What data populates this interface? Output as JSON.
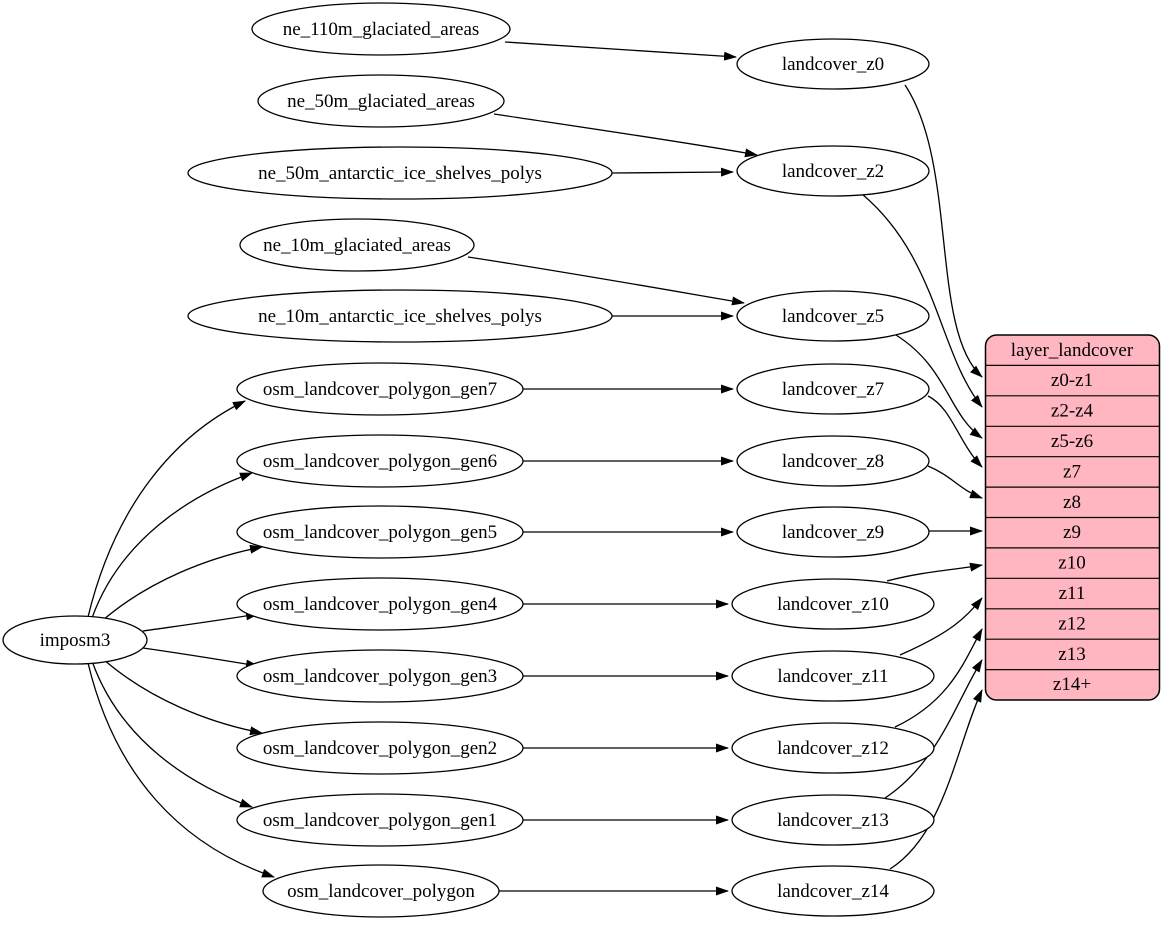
{
  "background_color": "#ffffff",
  "node_fill_color": "#ffffff",
  "edge_color": "#000000",
  "nodes": {
    "imposm3": "imposm3",
    "ne110m": "ne_110m_glaciated_areas",
    "ne50mg": "ne_50m_glaciated_areas",
    "ne50ma": "ne_50m_antarctic_ice_shelves_polys",
    "ne10mg": "ne_10m_glaciated_areas",
    "ne10ma": "ne_10m_antarctic_ice_shelves_polys",
    "gen7": "osm_landcover_polygon_gen7",
    "gen6": "osm_landcover_polygon_gen6",
    "gen5": "osm_landcover_polygon_gen5",
    "gen4": "osm_landcover_polygon_gen4",
    "gen3": "osm_landcover_polygon_gen3",
    "gen2": "osm_landcover_polygon_gen2",
    "gen1": "osm_landcover_polygon_gen1",
    "poly": "osm_landcover_polygon",
    "z0": "landcover_z0",
    "z2": "landcover_z2",
    "z5": "landcover_z5",
    "z7": "landcover_z7",
    "z8": "landcover_z8",
    "z9": "landcover_z9",
    "z10": "landcover_z10",
    "z11": "landcover_z11",
    "z12": "landcover_z12",
    "z13": "landcover_z13",
    "z14": "landcover_z14"
  },
  "table": {
    "header": "layer_landcover",
    "rows": [
      "z0-z1",
      "z2-z4",
      "z5-z6",
      "z7",
      "z8",
      "z9",
      "z10",
      "z11",
      "z12",
      "z13",
      "z14+"
    ],
    "fill_color": "#ffb6c1",
    "border_color": "#000000"
  },
  "edges": [
    {
      "from": "ne_110m_glaciated_areas",
      "to": "landcover_z0"
    },
    {
      "from": "ne_50m_glaciated_areas",
      "to": "landcover_z2"
    },
    {
      "from": "ne_50m_antarctic_ice_shelves_polys",
      "to": "landcover_z2"
    },
    {
      "from": "ne_10m_glaciated_areas",
      "to": "landcover_z5"
    },
    {
      "from": "ne_10m_antarctic_ice_shelves_polys",
      "to": "landcover_z5"
    },
    {
      "from": "imposm3",
      "to": "osm_landcover_polygon_gen7"
    },
    {
      "from": "imposm3",
      "to": "osm_landcover_polygon_gen6"
    },
    {
      "from": "imposm3",
      "to": "osm_landcover_polygon_gen5"
    },
    {
      "from": "imposm3",
      "to": "osm_landcover_polygon_gen4"
    },
    {
      "from": "imposm3",
      "to": "osm_landcover_polygon_gen3"
    },
    {
      "from": "imposm3",
      "to": "osm_landcover_polygon_gen2"
    },
    {
      "from": "imposm3",
      "to": "osm_landcover_polygon_gen1"
    },
    {
      "from": "imposm3",
      "to": "osm_landcover_polygon"
    },
    {
      "from": "osm_landcover_polygon_gen7",
      "to": "landcover_z7"
    },
    {
      "from": "osm_landcover_polygon_gen6",
      "to": "landcover_z8"
    },
    {
      "from": "osm_landcover_polygon_gen5",
      "to": "landcover_z9"
    },
    {
      "from": "osm_landcover_polygon_gen4",
      "to": "landcover_z10"
    },
    {
      "from": "osm_landcover_polygon_gen3",
      "to": "landcover_z11"
    },
    {
      "from": "osm_landcover_polygon_gen2",
      "to": "landcover_z12"
    },
    {
      "from": "osm_landcover_polygon_gen1",
      "to": "landcover_z13"
    },
    {
      "from": "osm_landcover_polygon",
      "to": "landcover_z14"
    },
    {
      "from": "landcover_z0",
      "to": "layer_landcover:z0-z1"
    },
    {
      "from": "landcover_z2",
      "to": "layer_landcover:z2-z4"
    },
    {
      "from": "landcover_z5",
      "to": "layer_landcover:z5-z6"
    },
    {
      "from": "landcover_z7",
      "to": "layer_landcover:z7"
    },
    {
      "from": "landcover_z8",
      "to": "layer_landcover:z8"
    },
    {
      "from": "landcover_z9",
      "to": "layer_landcover:z9"
    },
    {
      "from": "landcover_z10",
      "to": "layer_landcover:z10"
    },
    {
      "from": "landcover_z11",
      "to": "layer_landcover:z11"
    },
    {
      "from": "landcover_z12",
      "to": "layer_landcover:z12"
    },
    {
      "from": "landcover_z13",
      "to": "layer_landcover:z13"
    },
    {
      "from": "landcover_z14",
      "to": "layer_landcover:z14+"
    }
  ]
}
